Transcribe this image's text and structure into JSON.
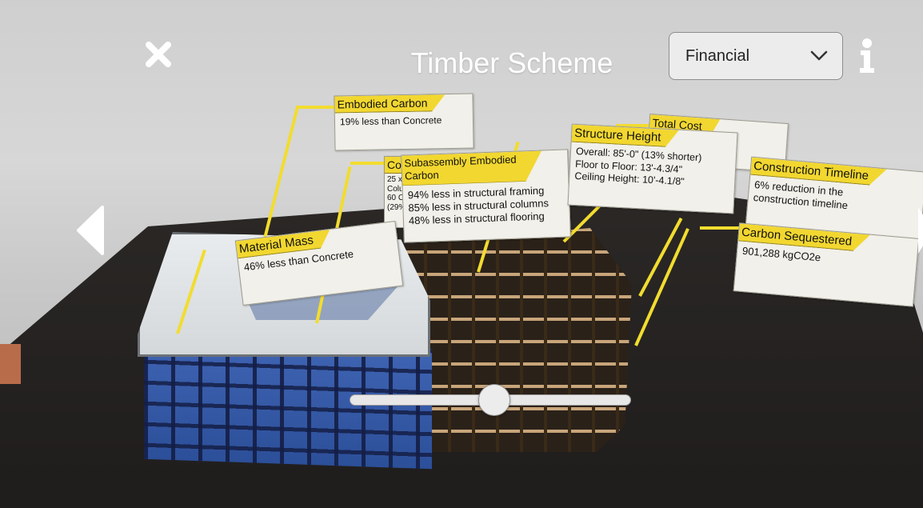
{
  "header": {
    "title": "Timber Scheme",
    "dropdown_value": "Financial"
  },
  "icons": {
    "close": "close-icon",
    "info": "info-icon",
    "chevron": "chevron-down-icon",
    "prev": "chevron-left-icon"
  },
  "slider": {
    "value": 0.51
  },
  "callouts": {
    "embodied_carbon": {
      "title": "Embodied Carbon",
      "lines": [
        "19% less than Concrete"
      ]
    },
    "columns": {
      "title": "Colu",
      "lines": [
        "25 x",
        "Colu",
        "60 C",
        "(29%"
      ]
    },
    "subassembly": {
      "title": "Subassembly Embodied Carbon",
      "lines": [
        "94% less in structural framing",
        "85% less in structural columns",
        "48% less in structural flooring"
      ]
    },
    "total_cost": {
      "title": "Total Cost"
    },
    "structure_height": {
      "title": "Structure Height",
      "lines": [
        "Overall: 85'-0\" (13% shorter)",
        "Floor to Floor: 13'-4.3/4\"",
        "Ceiling Height: 10'-4.1/8\""
      ]
    },
    "construction_timeline": {
      "title": "Construction Timeline",
      "lines": [
        "6% reduction in the",
        "construction timeline"
      ]
    },
    "carbon_sequestered": {
      "title": "Carbon Sequestered",
      "lines": [
        "901,288 kgCO2e"
      ]
    },
    "material_mass": {
      "title": "Material Mass",
      "lines": [
        "46% less than Concrete"
      ]
    }
  },
  "colors": {
    "accent_yellow": "#f2d730",
    "label_bg": "#f1f0ea",
    "curtain_blue": "#2c4f99"
  }
}
